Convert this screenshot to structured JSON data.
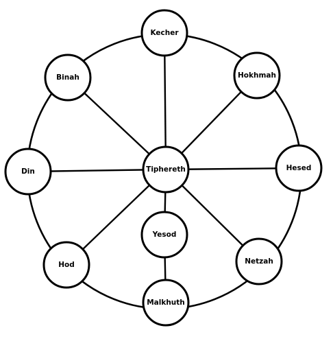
{
  "diagram": {
    "nodes": [
      {
        "id": "kecher",
        "label": "Kecher"
      },
      {
        "id": "binah",
        "label": "Binah"
      },
      {
        "id": "hokhmah",
        "label": "Hokhmah"
      },
      {
        "id": "din",
        "label": "Din"
      },
      {
        "id": "tiphereth",
        "label": "Tiphereth"
      },
      {
        "id": "hesed",
        "label": "Hesed"
      },
      {
        "id": "yesod",
        "label": "Yesod"
      },
      {
        "id": "hod",
        "label": "Hod"
      },
      {
        "id": "netzah",
        "label": "Netzah"
      },
      {
        "id": "malkhuth",
        "label": "Malkhuth"
      }
    ],
    "edges": [
      [
        "tiphereth",
        "kecher"
      ],
      [
        "tiphereth",
        "binah"
      ],
      [
        "tiphereth",
        "hokhmah"
      ],
      [
        "tiphereth",
        "din"
      ],
      [
        "tiphereth",
        "hesed"
      ],
      [
        "tiphereth",
        "hod"
      ],
      [
        "tiphereth",
        "netzah"
      ],
      [
        "tiphereth",
        "yesod"
      ],
      [
        "yesod",
        "malkhuth"
      ]
    ],
    "outer_ring": [
      "kecher",
      "hokhmah",
      "hesed",
      "netzah",
      "malkhuth",
      "hod",
      "din",
      "binah"
    ]
  }
}
